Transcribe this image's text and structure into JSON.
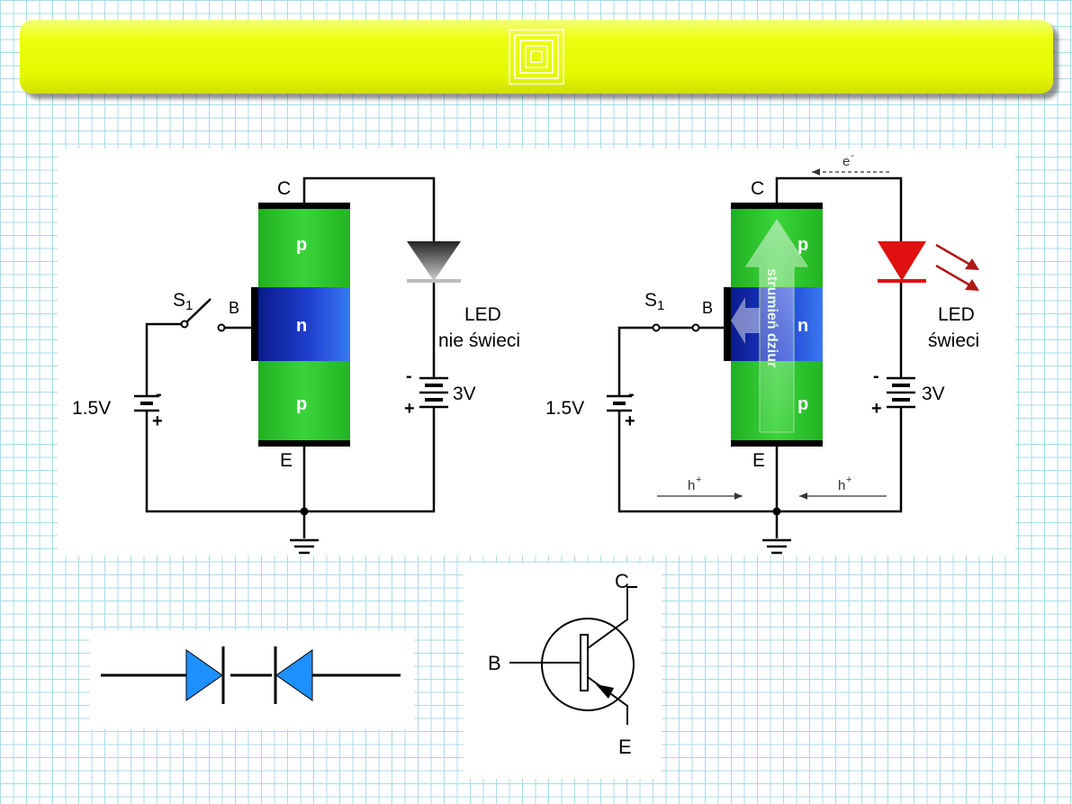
{
  "left_circuit": {
    "collector_label": "C",
    "emitter_label": "E",
    "base_label": "B",
    "switch_label": "S",
    "switch_sub": "1",
    "layer_top": "p",
    "layer_mid": "n",
    "layer_bottom": "p",
    "led_label_1": "LED",
    "led_label_2": "nie świeci",
    "battery_left_voltage": "1.5V",
    "battery_right_voltage": "3V",
    "minus": "-",
    "plus": "+"
  },
  "right_circuit": {
    "collector_label": "C",
    "emitter_label": "E",
    "base_label": "B",
    "switch_label": "S",
    "switch_sub": "1",
    "layer_top": "p",
    "layer_mid": "n",
    "layer_bottom": "p",
    "arrow_text": "strumień dziur",
    "led_label_1": "LED",
    "led_label_2": "świeci",
    "battery_left_voltage": "1.5V",
    "battery_right_voltage": "3V",
    "electron_label": "e",
    "electron_sup": "-",
    "hole_label": "h",
    "hole_sup": "+",
    "minus": "-",
    "plus": "+"
  },
  "symbol": {
    "collector": "C",
    "base": "B",
    "emitter": "E"
  },
  "colors": {
    "p_layer": "#33cc33",
    "n_layer": "#1a33cc",
    "led_on": "#e01010",
    "diode_blue": "#1e90ff",
    "banner": "#e8ff00"
  }
}
